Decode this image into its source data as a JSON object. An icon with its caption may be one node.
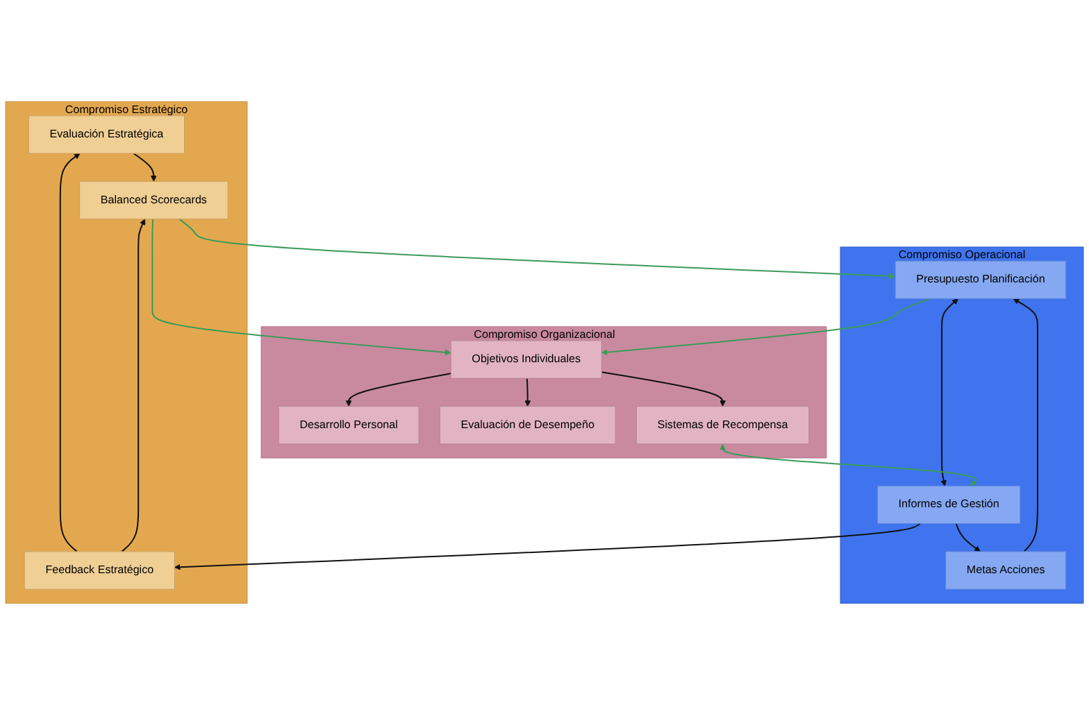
{
  "diagram": {
    "nodes": [
      {
        "text": [
          "Compromiso Estratégico"
        ]
      },
      {
        "text": [
          "Evaluación Estratégica"
        ],
        "in": 0
      },
      {
        "text": [
          "Feedback Estratégico"
        ],
        "in": 0
      },
      {
        "text": [
          "Balanced Scorecards"
        ],
        "in": 0
      },
      {
        "text": [
          "Compromiso Operacional"
        ]
      },
      {
        "text": [
          "Metas Acciones"
        ],
        "in": 4
      },
      {
        "text": [
          "Presupuesto Planificación"
        ],
        "in": 4
      },
      {
        "text": [
          "Informes de Gestión"
        ],
        "in": 4
      },
      {
        "text": [
          "Compromiso Organizacional"
        ]
      },
      {
        "text": [
          "Objetivos Individuales"
        ],
        "in": 8
      },
      {
        "text": [
          "Desarrollo Personal"
        ],
        "in": 8
      },
      {
        "text": [
          "Evaluación de Desempeño"
        ],
        "in": 8
      },
      {
        "text": [
          "Sistemas de Recompensa"
        ],
        "in": 8
      }
    ],
    "edges": [
      {
        "from": 2,
        "to": 1,
        "arrow": "to"
      },
      {
        "from": 2,
        "to": 3,
        "arrow": "to"
      },
      {
        "from": 1,
        "to": 3,
        "arrow": "to"
      },
      {
        "from": 7,
        "to": 2,
        "arrow": "to"
      },
      {
        "from": 7,
        "to": 5,
        "arrow": "to"
      },
      {
        "from": 5,
        "to": 6,
        "arrow": "to"
      },
      {
        "from": 6,
        "to": 7,
        "arrow": "both"
      },
      {
        "from": 3,
        "to": 6,
        "arrow": "to",
        "color": "#3c9a5a"
      },
      {
        "from": 3,
        "to": 9,
        "arrow": "to",
        "color": "#3c9a5a"
      },
      {
        "from": 6,
        "to": 9,
        "arrow": "to",
        "color": "#3c9a5a"
      },
      {
        "from": 9,
        "to": 10,
        "arrow": "to"
      },
      {
        "from": 9,
        "to": 11,
        "arrow": "to"
      },
      {
        "from": 9,
        "to": 12,
        "arrow": "to"
      },
      {
        "from": 12,
        "to": 7,
        "arrow": "both",
        "color": "#3c9a5a"
      }
    ]
  }
}
